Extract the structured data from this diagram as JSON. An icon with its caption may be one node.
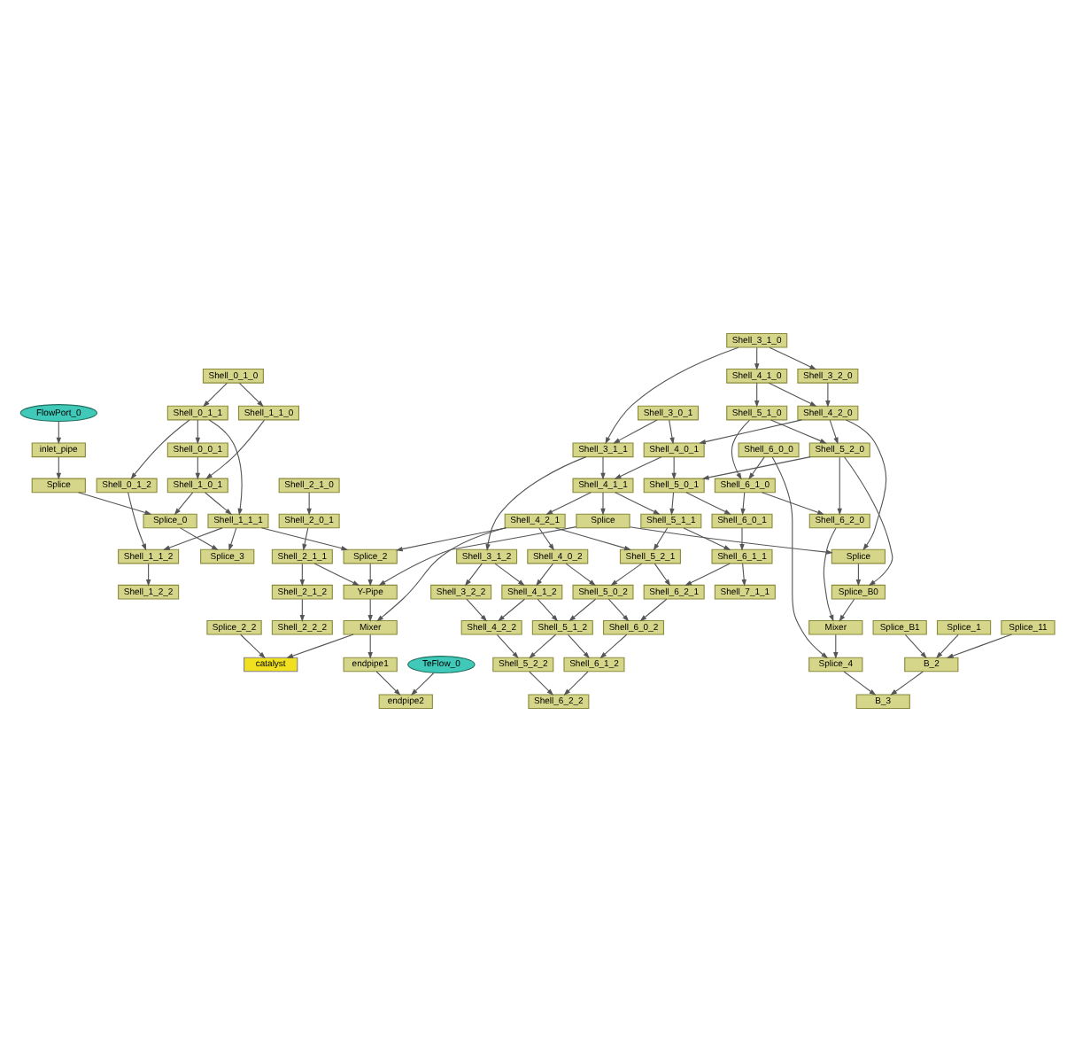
{
  "diagram": {
    "nodes": [
      {
        "text": [
          "Shell_0_1_0"
        ]
      },
      {
        "text": [
          "Shell_1_1_0"
        ]
      },
      {
        "text": [
          "Shell_2_1_0"
        ]
      },
      {
        "text": [
          "Shell_0_0_1"
        ]
      },
      {
        "text": [
          "Shell_1_0_1"
        ]
      },
      {
        "text": [
          "Shell_2_0_1"
        ]
      },
      {
        "text": [
          "Shell_0_1_1"
        ]
      },
      {
        "text": [
          "Shell_1_1_1"
        ]
      },
      {
        "text": [
          "Shell_2_1_1"
        ]
      },
      {
        "text": [
          "Shell_0_1_2"
        ]
      },
      {
        "text": [
          "Shell_1_1_2"
        ]
      },
      {
        "text": [
          "Shell_2_1_2"
        ]
      },
      {
        "text": [
          "Shell_1_2_2"
        ]
      },
      {
        "text": [
          "Shell_2_2_2"
        ]
      },
      {
        "text": [
          "Shell_6_0_0"
        ]
      },
      {
        "text": [
          "Shell_3_1_0"
        ]
      },
      {
        "text": [
          "Shell_4_1_0"
        ]
      },
      {
        "text": [
          "Shell_5_1_0"
        ]
      },
      {
        "text": [
          "Shell_6_1_0"
        ]
      },
      {
        "text": [
          "Shell_3_2_0"
        ]
      },
      {
        "text": [
          "Shell_4_2_0"
        ]
      },
      {
        "text": [
          "Shell_5_2_0"
        ]
      },
      {
        "text": [
          "Shell_6_2_0"
        ]
      },
      {
        "text": [
          "Shell_3_0_1"
        ]
      },
      {
        "text": [
          "Shell_4_0_1"
        ]
      },
      {
        "text": [
          "Shell_5_0_1"
        ]
      },
      {
        "text": [
          "Shell_6_0_1"
        ]
      },
      {
        "text": [
          "Shell_3_1_1"
        ]
      },
      {
        "text": [
          "Shell_4_1_1"
        ]
      },
      {
        "text": [
          "Shell_5_1_1"
        ]
      },
      {
        "text": [
          "Shell_6_1_1"
        ]
      },
      {
        "text": [
          "Shell_7_1_1"
        ]
      },
      {
        "text": [
          "Shell_4_2_1"
        ]
      },
      {
        "text": [
          "Shell_5_2_1"
        ]
      },
      {
        "text": [
          "Shell_6_2_1"
        ]
      },
      {
        "text": [
          "Shell_4_0_2"
        ]
      },
      {
        "text": [
          "Shell_5_0_2"
        ]
      },
      {
        "text": [
          "Shell_6_0_2"
        ]
      },
      {
        "text": [
          "Shell_3_1_2"
        ]
      },
      {
        "text": [
          "Shell_4_1_2"
        ]
      },
      {
        "text": [
          "Shell_5_1_2"
        ]
      },
      {
        "text": [
          "Shell_6_1_2"
        ]
      },
      {
        "text": [
          "Shell_3_2_2"
        ]
      },
      {
        "text": [
          "Shell_4_2_2"
        ]
      },
      {
        "text": [
          "Shell_5_2_2"
        ]
      },
      {
        "text": [
          "Shell_6_2_2"
        ]
      },
      {
        "text": [
          "FlowPort_0"
        ]
      },
      {
        "text": [
          "inlet_pipe"
        ]
      },
      {
        "text": [
          "Splice"
        ]
      },
      {
        "text": [
          "Splice"
        ]
      },
      {
        "text": [
          "Splice"
        ]
      },
      {
        "text": [
          "Splice_B0"
        ]
      },
      {
        "text": [
          "Mixer"
        ]
      },
      {
        "text": [
          "Splice_0"
        ]
      },
      {
        "text": [
          "Splice_3"
        ]
      },
      {
        "text": [
          "Splice_2"
        ]
      },
      {
        "text": [
          "Y-Pipe"
        ]
      },
      {
        "text": [
          "Mixer"
        ]
      },
      {
        "text": [
          "catalyst"
        ]
      },
      {
        "text": [
          "Splice_1"
        ]
      },
      {
        "text": [
          "Splice_11"
        ]
      },
      {
        "text": [
          "Splice_2_2"
        ]
      },
      {
        "text": [
          "B_2"
        ]
      },
      {
        "text": [
          "Splice_B1"
        ]
      },
      {
        "text": [
          "B_3"
        ]
      },
      {
        "text": [
          "Splice_4"
        ]
      },
      {
        "text": [
          "TeFlow_0"
        ]
      },
      {
        "text": [
          "endpipe2"
        ]
      },
      {
        "text": [
          "endpipe1"
        ]
      }
    ],
    "edges": [
      {
        "from": 0,
        "to": 1,
        "arrow": "to"
      },
      {
        "from": 0,
        "to": 6,
        "arrow": "to"
      },
      {
        "from": 1,
        "to": 4,
        "arrow": "to"
      },
      {
        "from": 2,
        "to": 5,
        "arrow": "to"
      },
      {
        "from": 6,
        "to": 3,
        "arrow": "to"
      },
      {
        "from": 3,
        "to": 4,
        "arrow": "to"
      },
      {
        "from": 6,
        "to": 7,
        "arrow": "to"
      },
      {
        "from": 4,
        "to": 7,
        "arrow": "to"
      },
      {
        "from": 5,
        "to": 8,
        "arrow": "to"
      },
      {
        "from": 6,
        "to": 9,
        "arrow": "to"
      },
      {
        "from": 7,
        "to": 10,
        "arrow": "to"
      },
      {
        "from": 8,
        "to": 11,
        "arrow": "to"
      },
      {
        "from": 9,
        "to": 10,
        "arrow": "to"
      },
      {
        "from": 10,
        "to": 12,
        "arrow": "to"
      },
      {
        "from": 11,
        "to": 13,
        "arrow": "to"
      },
      {
        "from": 15,
        "to": 16,
        "arrow": "to"
      },
      {
        "from": 16,
        "to": 17,
        "arrow": "to"
      },
      {
        "from": 17,
        "to": 18,
        "arrow": "to"
      },
      {
        "from": 14,
        "to": 18,
        "arrow": "to"
      },
      {
        "from": 15,
        "to": 19,
        "arrow": "to"
      },
      {
        "from": 19,
        "to": 20,
        "arrow": "to"
      },
      {
        "from": 20,
        "to": 21,
        "arrow": "to"
      },
      {
        "from": 21,
        "to": 22,
        "arrow": "to"
      },
      {
        "from": 16,
        "to": 20,
        "arrow": "to"
      },
      {
        "from": 17,
        "to": 21,
        "arrow": "to"
      },
      {
        "from": 18,
        "to": 22,
        "arrow": "to"
      },
      {
        "from": 23,
        "to": 24,
        "arrow": "to"
      },
      {
        "from": 24,
        "to": 25,
        "arrow": "to"
      },
      {
        "from": 25,
        "to": 26,
        "arrow": "to"
      },
      {
        "from": 20,
        "to": 24,
        "arrow": "to"
      },
      {
        "from": 21,
        "to": 25,
        "arrow": "to"
      },
      {
        "from": 18,
        "to": 26,
        "arrow": "to"
      },
      {
        "from": 15,
        "to": 27,
        "arrow": "to"
      },
      {
        "from": 23,
        "to": 27,
        "arrow": "to"
      },
      {
        "from": 27,
        "to": 28,
        "arrow": "to"
      },
      {
        "from": 28,
        "to": 29,
        "arrow": "to"
      },
      {
        "from": 29,
        "to": 30,
        "arrow": "to"
      },
      {
        "from": 30,
        "to": 31,
        "arrow": "to"
      },
      {
        "from": 24,
        "to": 28,
        "arrow": "to"
      },
      {
        "from": 25,
        "to": 29,
        "arrow": "to"
      },
      {
        "from": 26,
        "to": 30,
        "arrow": "to"
      },
      {
        "from": 28,
        "to": 32,
        "arrow": "to"
      },
      {
        "from": 32,
        "to": 33,
        "arrow": "to"
      },
      {
        "from": 33,
        "to": 34,
        "arrow": "to"
      },
      {
        "from": 29,
        "to": 33,
        "arrow": "to"
      },
      {
        "from": 30,
        "to": 34,
        "arrow": "to"
      },
      {
        "from": 32,
        "to": 35,
        "arrow": "to"
      },
      {
        "from": 35,
        "to": 36,
        "arrow": "to"
      },
      {
        "from": 36,
        "to": 37,
        "arrow": "to"
      },
      {
        "from": 33,
        "to": 36,
        "arrow": "to"
      },
      {
        "from": 34,
        "to": 37,
        "arrow": "to"
      },
      {
        "from": 27,
        "to": 38,
        "arrow": "to"
      },
      {
        "from": 38,
        "to": 39,
        "arrow": "to"
      },
      {
        "from": 39,
        "to": 40,
        "arrow": "to"
      },
      {
        "from": 40,
        "to": 41,
        "arrow": "to"
      },
      {
        "from": 35,
        "to": 39,
        "arrow": "to"
      },
      {
        "from": 36,
        "to": 40,
        "arrow": "to"
      },
      {
        "from": 37,
        "to": 41,
        "arrow": "to"
      },
      {
        "from": 38,
        "to": 42,
        "arrow": "to"
      },
      {
        "from": 42,
        "to": 43,
        "arrow": "to"
      },
      {
        "from": 43,
        "to": 44,
        "arrow": "to"
      },
      {
        "from": 44,
        "to": 45,
        "arrow": "to"
      },
      {
        "from": 39,
        "to": 43,
        "arrow": "to"
      },
      {
        "from": 40,
        "to": 44,
        "arrow": "to"
      },
      {
        "from": 41,
        "to": 45,
        "arrow": "to"
      },
      {
        "from": 4,
        "to": 53,
        "arrow": "to"
      },
      {
        "from": 7,
        "to": 54,
        "arrow": "to"
      },
      {
        "from": 7,
        "to": 55,
        "arrow": "to"
      },
      {
        "from": 8,
        "to": 56,
        "arrow": "to"
      },
      {
        "from": 28,
        "to": 49,
        "arrow": "to"
      },
      {
        "from": 32,
        "to": 57,
        "arrow": "to"
      },
      {
        "from": 32,
        "to": 55,
        "arrow": "to"
      },
      {
        "from": 20,
        "to": 50,
        "arrow": "to"
      },
      {
        "from": 21,
        "to": 51,
        "arrow": "to"
      },
      {
        "from": 22,
        "to": 52,
        "arrow": "to"
      },
      {
        "from": 14,
        "to": 65,
        "arrow": "to"
      },
      {
        "from": 46,
        "to": 47,
        "arrow": "to"
      },
      {
        "from": 47,
        "to": 48,
        "arrow": "to"
      },
      {
        "from": 48,
        "to": 53,
        "arrow": "to"
      },
      {
        "from": 49,
        "to": 50,
        "arrow": "to"
      },
      {
        "from": 49,
        "to": 56,
        "arrow": "to"
      },
      {
        "from": 50,
        "to": 51,
        "arrow": "to"
      },
      {
        "from": 51,
        "to": 52,
        "arrow": "to"
      },
      {
        "from": 52,
        "to": 65,
        "arrow": "to"
      },
      {
        "from": 65,
        "to": 64,
        "arrow": "to"
      },
      {
        "from": 62,
        "to": 64,
        "arrow": "to"
      },
      {
        "from": 59,
        "to": 62,
        "arrow": "to"
      },
      {
        "from": 60,
        "to": 62,
        "arrow": "to"
      },
      {
        "from": 61,
        "to": 58,
        "arrow": "to"
      },
      {
        "from": 63,
        "to": 62,
        "arrow": "to"
      },
      {
        "from": 53,
        "to": 54,
        "arrow": "to"
      },
      {
        "from": 55,
        "to": 56,
        "arrow": "to"
      },
      {
        "from": 56,
        "to": 57,
        "arrow": "to"
      },
      {
        "from": 57,
        "to": 58,
        "arrow": "to"
      },
      {
        "from": 57,
        "to": 68,
        "arrow": "to"
      },
      {
        "from": 68,
        "to": 67,
        "arrow": "to"
      },
      {
        "from": 66,
        "to": 67,
        "arrow": "to"
      }
    ]
  }
}
